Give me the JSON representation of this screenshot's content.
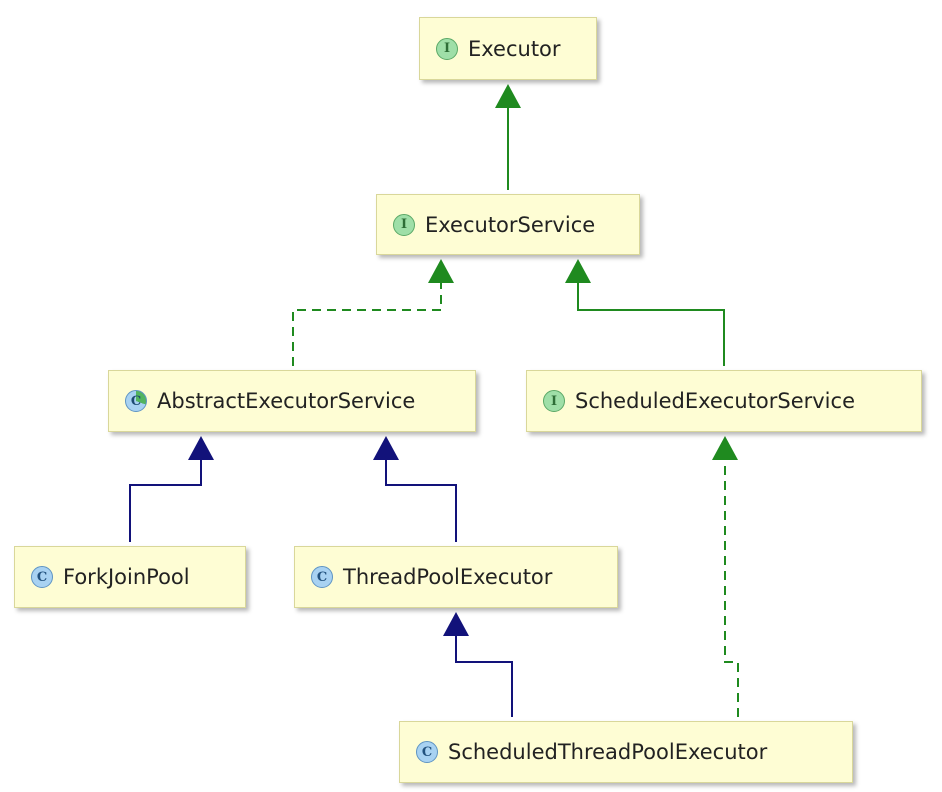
{
  "colors": {
    "node_fill": "#fefdd4",
    "node_border": "#d9d79a",
    "implements_edge": "#1f8a1f",
    "extends_interface_edge": "#1f8a1f",
    "extends_class_edge": "#12127a",
    "interface_icon": "#9fdfa8",
    "class_icon": "#a8d2f2"
  },
  "nodes": [
    {
      "id": "executor",
      "label": "Executor",
      "kind": "interface",
      "icon": "interface-icon",
      "icon_letter": "I"
    },
    {
      "id": "executor_service",
      "label": "ExecutorService",
      "kind": "interface",
      "icon": "interface-icon",
      "icon_letter": "I"
    },
    {
      "id": "abstract_executor_service",
      "label": "AbstractExecutorService",
      "kind": "abstract-class",
      "icon": "abstract-class-icon",
      "icon_letter": "C"
    },
    {
      "id": "scheduled_executor_service",
      "label": "ScheduledExecutorService",
      "kind": "interface",
      "icon": "interface-icon",
      "icon_letter": "I"
    },
    {
      "id": "fork_join_pool",
      "label": "ForkJoinPool",
      "kind": "class",
      "icon": "class-icon",
      "icon_letter": "C"
    },
    {
      "id": "thread_pool_executor",
      "label": "ThreadPoolExecutor",
      "kind": "class",
      "icon": "class-icon",
      "icon_letter": "C"
    },
    {
      "id": "scheduled_thread_pool_executor",
      "label": "ScheduledThreadPoolExecutor",
      "kind": "class",
      "icon": "class-icon",
      "icon_letter": "C"
    }
  ],
  "edges": [
    {
      "from": "executor_service",
      "to": "executor",
      "relation": "extends-interface",
      "style": "solid"
    },
    {
      "from": "abstract_executor_service",
      "to": "executor_service",
      "relation": "implements",
      "style": "dashed"
    },
    {
      "from": "scheduled_executor_service",
      "to": "executor_service",
      "relation": "extends-interface",
      "style": "solid"
    },
    {
      "from": "fork_join_pool",
      "to": "abstract_executor_service",
      "relation": "extends-class",
      "style": "solid"
    },
    {
      "from": "thread_pool_executor",
      "to": "abstract_executor_service",
      "relation": "extends-class",
      "style": "solid"
    },
    {
      "from": "scheduled_thread_pool_executor",
      "to": "thread_pool_executor",
      "relation": "extends-class",
      "style": "solid"
    },
    {
      "from": "scheduled_thread_pool_executor",
      "to": "scheduled_executor_service",
      "relation": "implements",
      "style": "dashed"
    }
  ]
}
